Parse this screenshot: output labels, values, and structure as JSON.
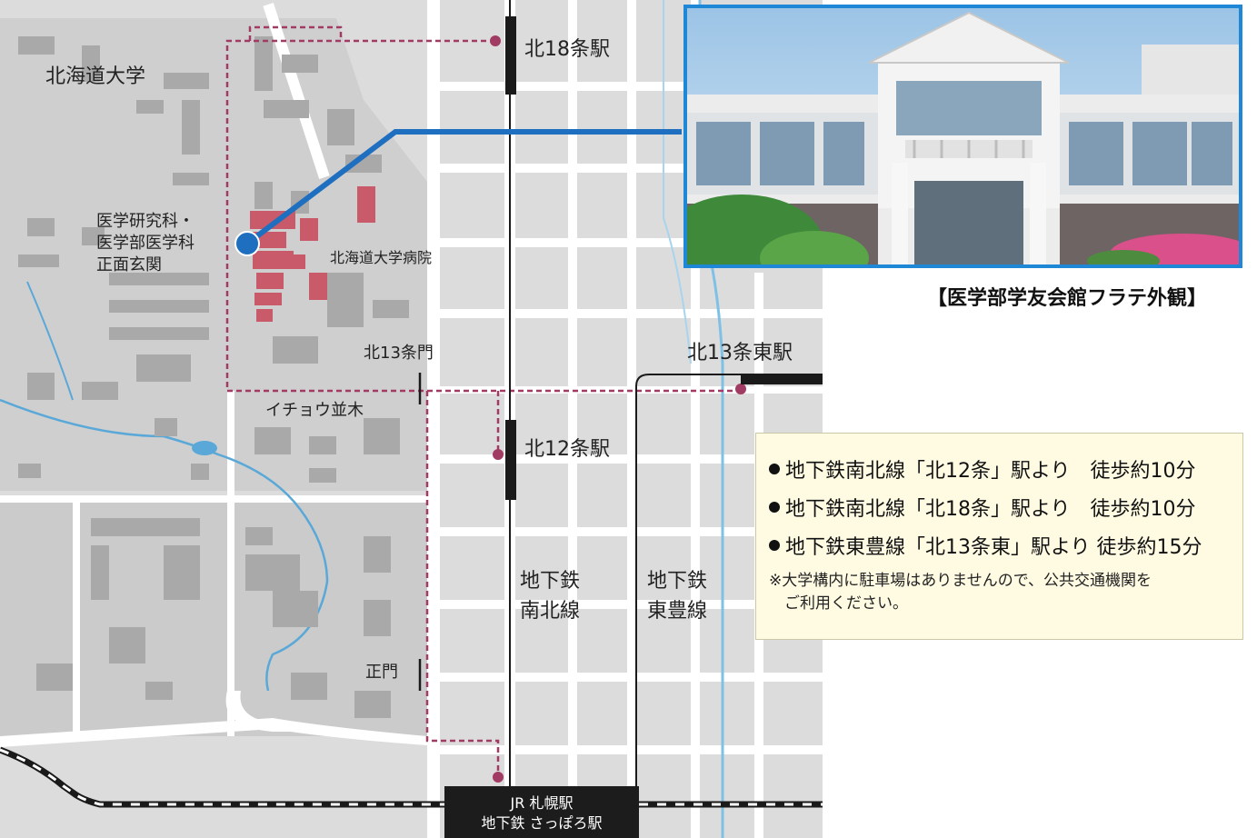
{
  "map": {
    "university": "北海道大学",
    "entrance": "医学研究科・\n医学部医学科\n正面玄関",
    "hospital": "北海道大学病院",
    "kita13_gate": "北13条門",
    "ginkgo_avenue": "イチョウ並木",
    "main_gate": "正門",
    "station_kita18": "北18条駅",
    "station_kita12": "北12条駅",
    "station_kita13_east": "北13条東駅",
    "line_nanboku": "地下鉄\n南北線",
    "line_toho": "地下鉄\n東豊線",
    "terminal": "JR 札幌駅\n地下鉄 さっぽろ駅"
  },
  "photo": {
    "caption": "【医学部学友会館フラテ外観】"
  },
  "info": {
    "routes": [
      "地下鉄南北線「北12条」駅より　徒歩約10分",
      "地下鉄南北線「北18条」駅より　徒歩約10分",
      "地下鉄東豊線「北13条東」駅より 徒歩約15分"
    ],
    "note": "※大学構内に駐車場はありませんので、公共交通機関を\n　ご利用ください。"
  },
  "colors": {
    "map_background": "#dcdcdc",
    "road": "#ffffff",
    "building": "#a9a9a9",
    "target_building": "#c85a6a",
    "walk_route": "#a23b63",
    "pointer_line": "#1f6fc0",
    "river": "#5aa8d8",
    "rail": "#1a1a1a",
    "info_background": "#fffbe3"
  }
}
